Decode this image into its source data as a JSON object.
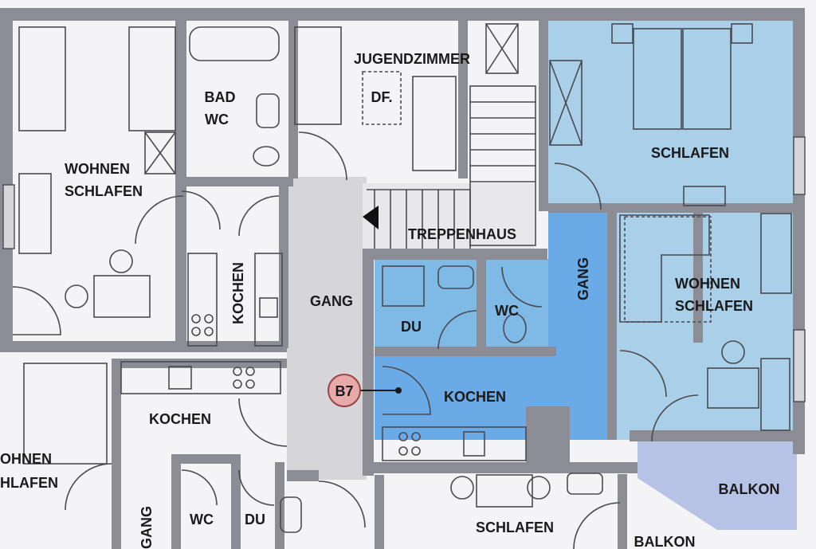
{
  "rooms": {
    "wohnen_schlafen_left": [
      "WOHNEN",
      "SCHLAFEN"
    ],
    "bad_wc": [
      "BAD",
      "WC"
    ],
    "jugendzimmer": "JUGENDZIMMER",
    "df": "DF.",
    "schlafen_top_right": "SCHLAFEN",
    "treppenhaus": "TREPPENHAUS",
    "kochen_left_upper": "KOCHEN",
    "gang_center": "GANG",
    "du_blue": "DU",
    "wc_blue": "WC",
    "gang_blue": "GANG",
    "wohnen_schlafen_right": [
      "WOHNEN",
      "SCHLAFEN"
    ],
    "kochen_blue": "KOCHEN",
    "kochen_lower_left": "KOCHEN",
    "wohnen_schlafen_cut": [
      "OHNEN",
      "HLAFEN"
    ],
    "gang_lower": "GANG",
    "wc_lower": "WC",
    "du_lower": "DU",
    "schlafen_bottom": "SCHLAFEN",
    "balkon_right": "BALKON",
    "balkon_bottom": "BALKON"
  },
  "marker": {
    "label": "B7",
    "color": "#e7a9a9"
  },
  "colors": {
    "highlight_light": "#a9d0e8",
    "highlight_mid": "#7fb9e6",
    "highlight_dark": "#5d8fd6",
    "corridor": "#d6d6da",
    "balcony": "#b7c3e6",
    "wall": "#8c8c94"
  }
}
